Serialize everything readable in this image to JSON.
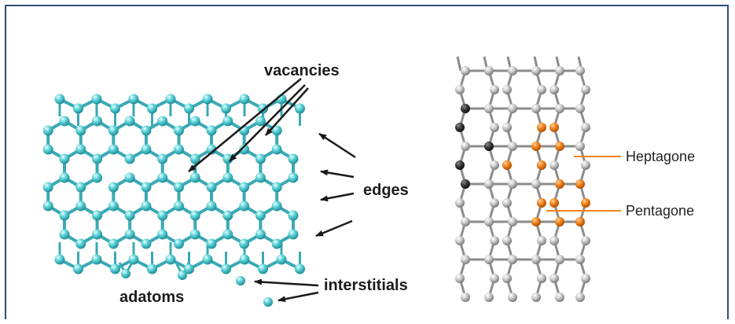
{
  "labels": {
    "vacancies": "vacancies",
    "edges": "edges",
    "interstitials": "interstitials",
    "adatoms": "adatoms",
    "heptagone": "Heptagone",
    "pentagone": "Pentagone"
  },
  "colors": {
    "frame": "#2e4d78",
    "cyan_atom": "#5fd3d8",
    "cyan_bond": "#3aa9b4",
    "gray_atom": "#c8c8c8",
    "dark_atom": "#3a3a3a",
    "orange_atom": "#f0821e",
    "arrow": "#1a1a1a"
  }
}
